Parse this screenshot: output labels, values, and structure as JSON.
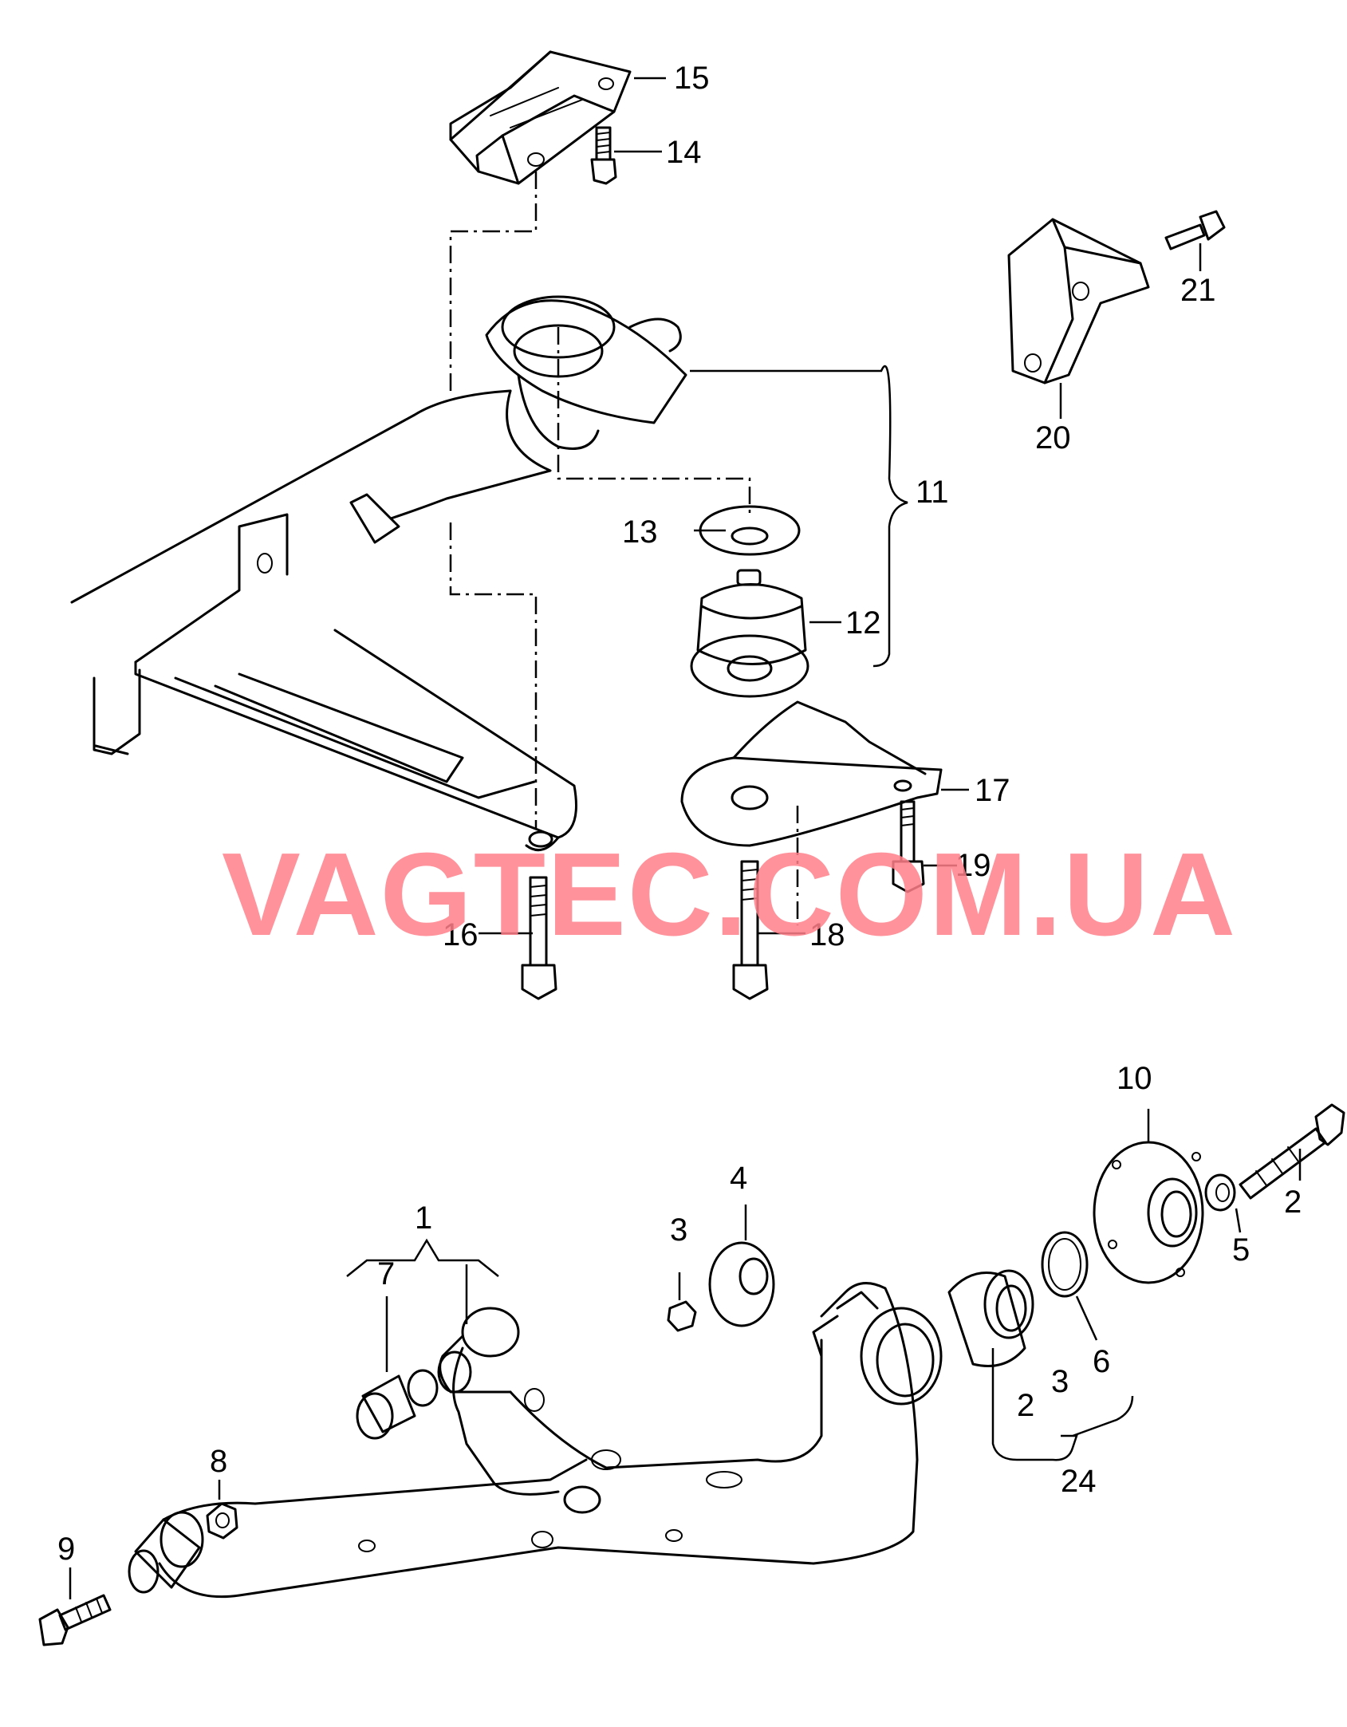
{
  "watermark": "VAGTEC.COM.UA",
  "watermark_color": "#ff7f89",
  "callouts": {
    "c1": "1",
    "c2a": "2",
    "c2b": "2",
    "c3a": "3",
    "c3b": "3",
    "c4": "4",
    "c5": "5",
    "c6": "6",
    "c7": "7",
    "c8": "8",
    "c9": "9",
    "c10": "10",
    "c11": "11",
    "c12": "12",
    "c13": "13",
    "c14": "14",
    "c15": "15",
    "c16": "16",
    "c17": "17",
    "c18": "18",
    "c19": "19",
    "c20": "20",
    "c21": "21",
    "c24": "24"
  }
}
